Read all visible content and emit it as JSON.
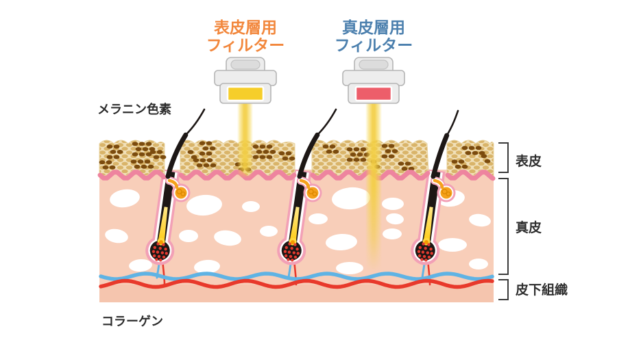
{
  "labels": {
    "epidermis_filter": {
      "line1": "表皮層用",
      "line2": "フィルター",
      "color": "#f2873c"
    },
    "dermis_filter": {
      "line1": "真皮層用",
      "line2": "フィルター",
      "color": "#4c80ae"
    },
    "melanin": "メラニン色素",
    "collagen": "コラーゲン",
    "layers": [
      {
        "id": "epidermis",
        "label": "表皮"
      },
      {
        "id": "dermis",
        "label": "真皮"
      },
      {
        "id": "subcutaneous",
        "label": "皮下組織"
      }
    ]
  },
  "devices": [
    {
      "name": "epidermis-filter-handpiece",
      "window_color": "#f6ce2a"
    },
    {
      "name": "dermis-filter-handpiece",
      "window_color": "#ed5e6a"
    }
  ],
  "colors": {
    "beam": "#f3d04e",
    "dermis": "#f8ceb9",
    "subcutaneous": "#f5c5ae",
    "epidermis_bg": "#f1e0b8",
    "cell": "#d9b469",
    "melanin_cell": "#7b4b0e",
    "membrane_pink": "#ee849f",
    "follicle_wall": "#f2a0b6",
    "hair": "#1d1715",
    "bulb_dot": "#e23a30",
    "sebaceous": "#f5a11c",
    "sebaceous_line": "#dd8a00",
    "vein_blue": "#5fb3e4",
    "artery_red": "#e8392b",
    "streak_yellow": "#ffd93e",
    "streak_orange": "#f59a00",
    "collagen_oval": "#ffffff"
  }
}
